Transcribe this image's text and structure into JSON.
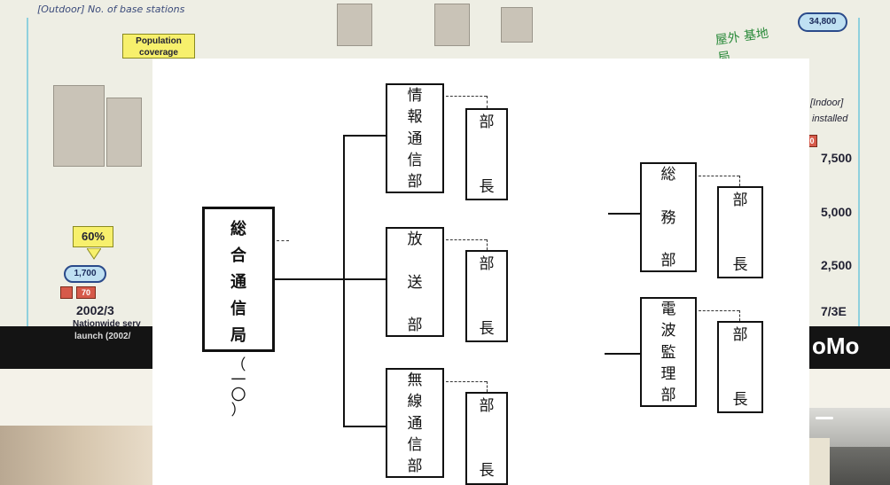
{
  "slide": {
    "title": "[Outdoor] No. of base stations",
    "callout_coverage": "Population coverage",
    "callout_60": "60%",
    "pill_top": "34,800",
    "pill_1700": "1,700",
    "box_70": "70",
    "box_0": "0",
    "date_left": "2002/3",
    "launch_line1": "Nationwide serv",
    "launch_line2": "launch (2002/",
    "indoor_label": "[Indoor]",
    "installed_label": "installed",
    "tick_7500": "7,500",
    "tick_5000": "5,000",
    "tick_2500": "2,500",
    "date_right": "7/3E",
    "brand_fragment": "oMo",
    "handwriting": "屋外 基地局"
  },
  "doc": {
    "main_dept": [
      "総",
      "合",
      "通",
      "信",
      "局"
    ],
    "main_paren": [
      "（",
      "一",
      "〇",
      "）"
    ],
    "depts": [
      {
        "name": [
          "情",
          "報",
          "通",
          "信",
          "部"
        ],
        "head": [
          "部",
          "長"
        ]
      },
      {
        "name": [
          "放",
          "送",
          "部"
        ],
        "head": [
          "部",
          "長"
        ]
      },
      {
        "name": [
          "無",
          "線",
          "通",
          "信",
          "部"
        ],
        "head": [
          "部",
          "長"
        ]
      },
      {
        "name": [
          "総",
          "務",
          "部"
        ],
        "head": [
          "部",
          "長"
        ]
      },
      {
        "name": [
          "電",
          "波",
          "監",
          "理",
          "部"
        ],
        "head": [
          "部",
          "長"
        ]
      }
    ]
  },
  "colors": {
    "slide_bg": "#eeeee4",
    "callout_yellow": "#f7f06c",
    "pill_blue": "#2a4a8a",
    "handwriting_green": "#2a8a3a",
    "dark_bar": "#141414"
  }
}
